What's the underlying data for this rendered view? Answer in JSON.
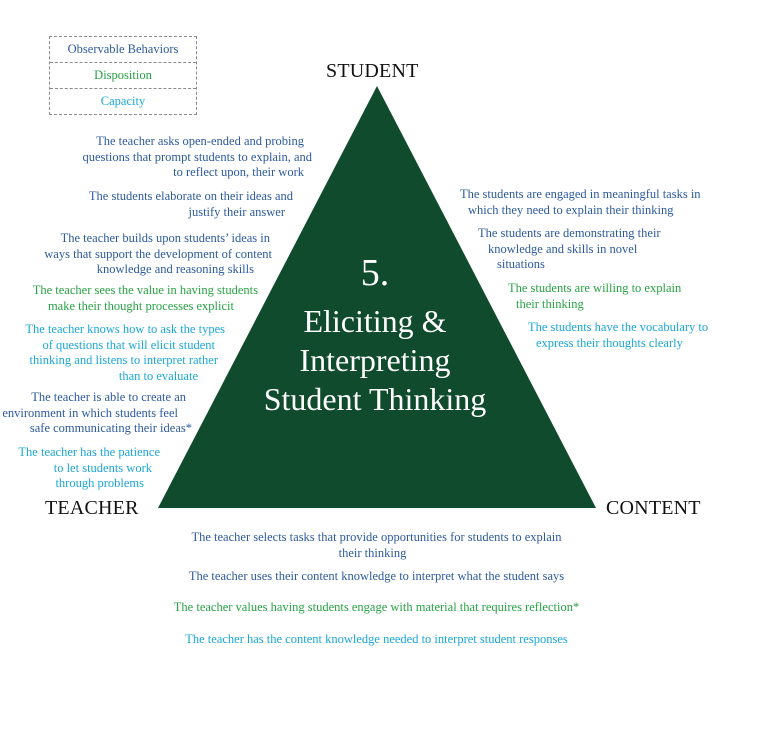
{
  "colors": {
    "triangle": "#0f4b2c",
    "observable_behaviors": "#2c5a9e",
    "disposition": "#27a244",
    "capacity": "#1aa7d9"
  },
  "legend": {
    "observable": "Observable Behaviors",
    "disposition": "Disposition",
    "capacity": "Capacity"
  },
  "corners": {
    "student": "STUDENT",
    "teacher": "TEACHER",
    "content": "CONTENT"
  },
  "triangle": {
    "number": "5.",
    "title_line1": "Eliciting &",
    "title_line2": "Interpreting",
    "title_line3": "Student Thinking"
  },
  "left": {
    "item1": [
      "The teacher asks open-ended and probing",
      "questions that prompt students to explain, and",
      "to reflect upon, their work"
    ],
    "item2": [
      "The students elaborate on their ideas and",
      "justify their answer"
    ],
    "item3": [
      "The teacher builds upon students’ ideas in",
      "ways that support the development of content",
      "knowledge and reasoning skills"
    ],
    "item4": [
      "The teacher sees the value in having students",
      "make their thought processes explicit"
    ],
    "item5": [
      "The teacher knows how to ask the types",
      "of questions that will elicit student",
      "thinking and listens to interpret rather",
      "than to evaluate"
    ],
    "item6": [
      "The teacher is able to create an",
      "environment in which students feel",
      "safe communicating their ideas*"
    ],
    "item7": [
      "The teacher has the patience",
      "to let students work",
      "through problems"
    ]
  },
  "right": {
    "item1": [
      "The students are engaged in meaningful tasks in",
      "which they need to explain their thinking"
    ],
    "item2": [
      "The students are demonstrating their",
      "knowledge and skills in novel",
      "situations"
    ],
    "item3": [
      "The students are willing to explain",
      "their thinking"
    ],
    "item4": [
      "The students have the vocabulary to",
      "express their thoughts clearly"
    ]
  },
  "bottom": {
    "item1": [
      "The teacher selects tasks that provide opportunities for students to explain",
      "their thinking"
    ],
    "item2": "The teacher uses their content knowledge to interpret what the student says",
    "item3": "The teacher values having students engage with material that requires reflection*",
    "item4": "The teacher has the content knowledge needed to interpret student responses"
  }
}
